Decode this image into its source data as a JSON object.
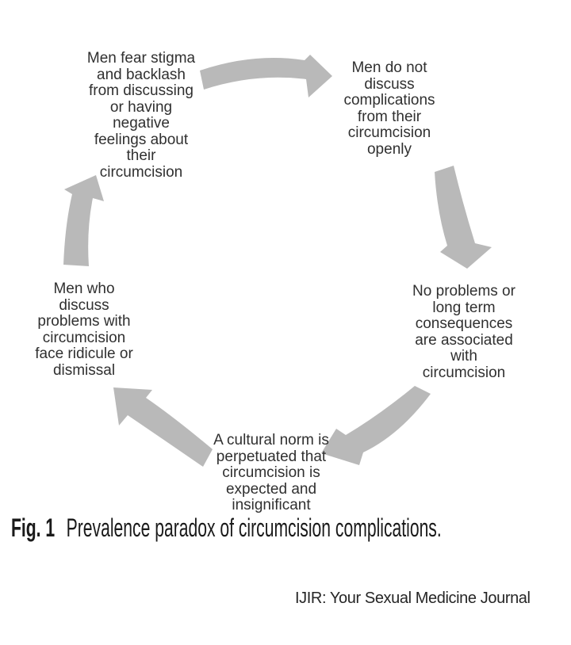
{
  "figure": {
    "nodes": [
      {
        "name": "stigma-fear",
        "text": "Men fear stigma\nand backlash\nfrom discussing\nor having\nnegative\nfeelings about\ntheir\ncircumcision"
      },
      {
        "name": "no-open-discussion",
        "text": "Men do not\ndiscuss\ncomplications\nfrom their\ncircumcision\nopenly"
      },
      {
        "name": "no-problems-assumed",
        "text": "No problems or\nlong term\nconsequences\nare associated\nwith\ncircumcision"
      },
      {
        "name": "cultural-norm",
        "text": "A cultural norm is\nperpetuated that\ncircumcision is\nexpected and\ninsignificant"
      },
      {
        "name": "ridicule-dismissal",
        "text": "Men who\ndiscuss\nproblems with\ncircumcision\nface ridicule or\ndismissal"
      }
    ],
    "caption": {
      "label": "Fig. 1",
      "text": "Prevalence paradox of circumcision complications."
    },
    "footer": "IJIR: Your Sexual Medicine Journal",
    "colors": {
      "arrow": "#b9b9b9",
      "node_text": "#303030",
      "caption_text": "#1a1a1a"
    }
  }
}
